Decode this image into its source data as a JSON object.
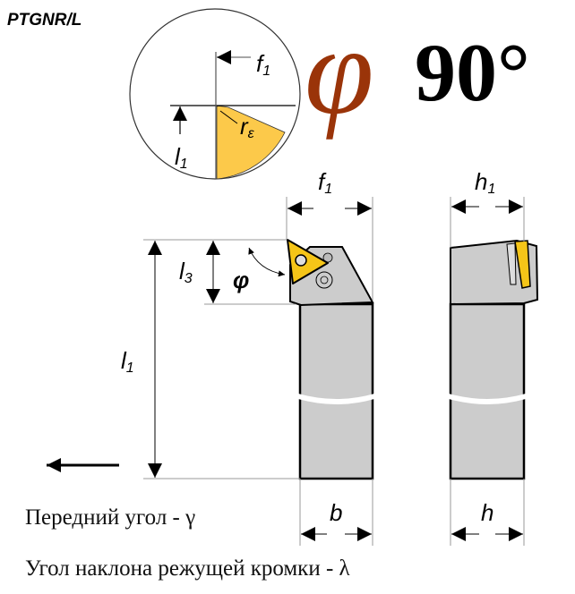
{
  "model_code": "PTGNR/L",
  "angle_symbol": "φ",
  "angle_value": "90°",
  "labels": {
    "f1": "f",
    "f1_sub": "1",
    "h1": "h",
    "h1_sub": "1",
    "l1": "l",
    "l1_sub": "1",
    "l3": "l",
    "l3_sub": "3",
    "phi": "φ",
    "r_eps": "r",
    "r_eps_sub": "ε",
    "b": "b",
    "h": "h"
  },
  "notes": {
    "rake_angle": "Передний угол - γ",
    "inclination_angle": "Угол наклона режущей кромки - λ"
  },
  "colors": {
    "insert": "#f5c518",
    "detail_insert": "#fcc94a",
    "body": "#cccccc",
    "phi": "#9a3409"
  }
}
